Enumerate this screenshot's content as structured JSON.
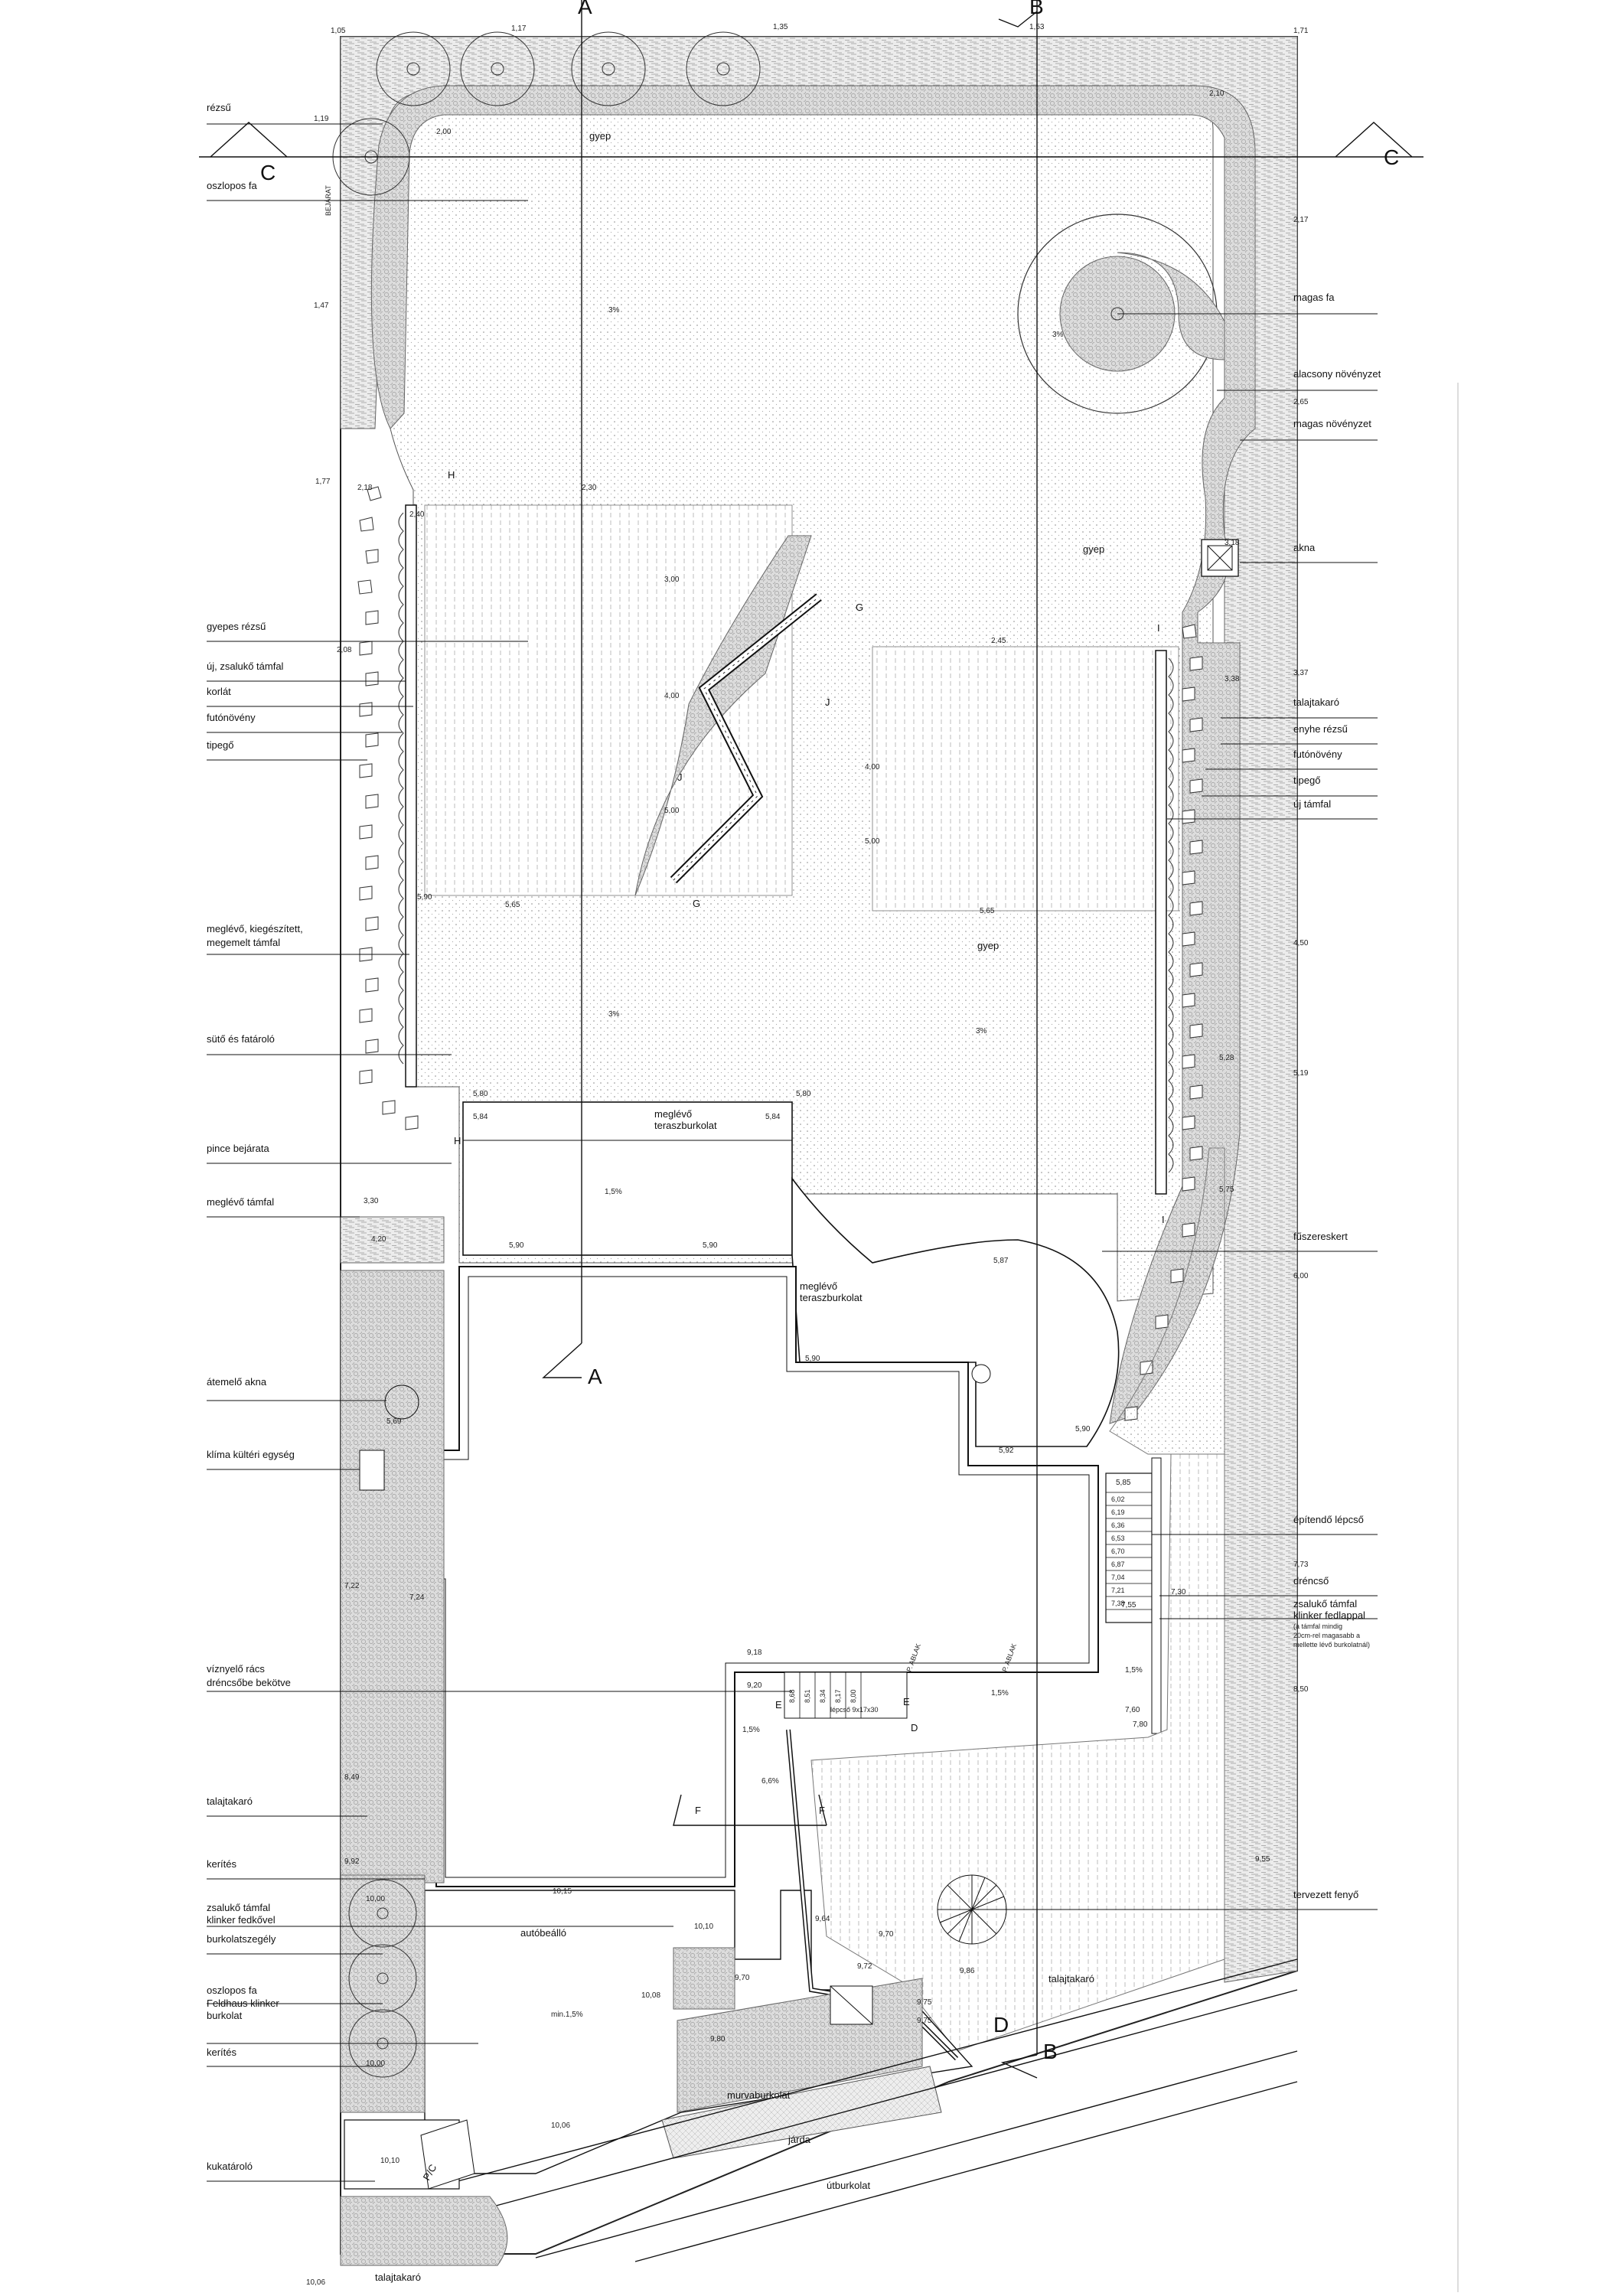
{
  "section_marks": [
    "A",
    "B",
    "C",
    "D",
    "E",
    "F",
    "G",
    "H",
    "I",
    "J"
  ],
  "legend_left": [
    "rézsű",
    "oszlopos fa",
    "gyepes rézsű",
    "új, zsalukő támfal",
    "korlát",
    "futónövény",
    "tipegő",
    "meglévő, kiegészített,",
    "megemelt támfal",
    "sütő és fatároló",
    "pince bejárata",
    "meglévő támfal",
    "átemelő akna",
    "klíma kültéri egység",
    "víznyelő rács",
    "dréncsőbe bekötve",
    "talajtakaró",
    "kerítés",
    "zsalukő támfal",
    "klinker fedkővel",
    "burkolatszegély",
    "oszlopos fa",
    "Feldhaus klinker",
    "burkolat",
    "kerítés",
    "kukatároló"
  ],
  "legend_right": [
    "magas fa",
    "alacsony növényzet",
    "magas növényzet",
    "akna",
    "talajtakaró",
    "enyhe rézsű",
    "futónövény",
    "tipegő",
    "új támfal",
    "fűszereskert",
    "építendő lépcső",
    "dréncső",
    "zsalukő támfal",
    "klinker fedlappal",
    "(a támfal mindig",
    "20cm-rel magasabb a",
    "mellette lévő burkolatnál)",
    "tervezett fenyő"
  ],
  "plan_labels": {
    "gyep_1": "gyep",
    "gyep_2": "gyep",
    "gyep_3": "gyep",
    "bejarat": "BEJÁRAT",
    "terrace_1a": "meglévő",
    "terrace_1b": "teraszburkolat",
    "terrace_2a": "meglévő",
    "terrace_2b": "teraszburkolat",
    "autobeallo": "autóbeálló",
    "jarda": "járda",
    "utburkolat": "útburkolat",
    "talajtakaro_s": "talajtakaró",
    "talajtakaro_se": "talajtakaró",
    "murva": "murvaburkolat",
    "pc": "P/C",
    "ablak_1": "P. ABLAK",
    "ablak_2": "P. ABLAK",
    "lepcso": "lépcső 9x17x30"
  },
  "slopes": [
    "3%",
    "3%",
    "3%",
    "3%",
    "1,5%",
    "1,5%",
    "1,5%",
    "1,5%",
    "6,6%",
    "min.1,5%"
  ],
  "elevations": [
    "1,05",
    "1,17",
    "1,35",
    "1,53",
    "1,71",
    "1,19",
    "2,00",
    "2,10",
    "2,17",
    "1,47",
    "2,65",
    "1,77",
    "2,18",
    "2,30",
    "2,40",
    "3,00",
    "3,18",
    "2,45",
    "3,37",
    "2,08",
    "4,00",
    "5,00",
    "4,00",
    "5,00",
    "3,38",
    "4,50",
    "5,65",
    "5,90",
    "5,65",
    "5,28",
    "5,19",
    "5,80",
    "5,84",
    "5,84",
    "5,80",
    "5,75",
    "3,30",
    "4,20",
    "5,90",
    "5,90",
    "5,87",
    "6,00",
    "5,90",
    "5,69",
    "5,90",
    "5,92",
    "5,85",
    "7,73",
    "7,22",
    "7,24",
    "7,30",
    "9,18",
    "9,20",
    "7,55",
    "8,50",
    "7,60",
    "7,80",
    "8,49",
    "9,92",
    "10,00",
    "10,15",
    "9,64",
    "9,55",
    "10,10",
    "9,70",
    "9,70",
    "10,08",
    "9,72",
    "9,80",
    "9,75",
    "9,75",
    "9,86",
    "10,00",
    "10,06",
    "10,10",
    "10,06",
    "6,02",
    "6,19",
    "6,36",
    "6,53",
    "6,70",
    "6,87",
    "7,04",
    "7,21",
    "7,38",
    "8,68",
    "8,51",
    "8,34",
    "8,17",
    "8,00"
  ]
}
